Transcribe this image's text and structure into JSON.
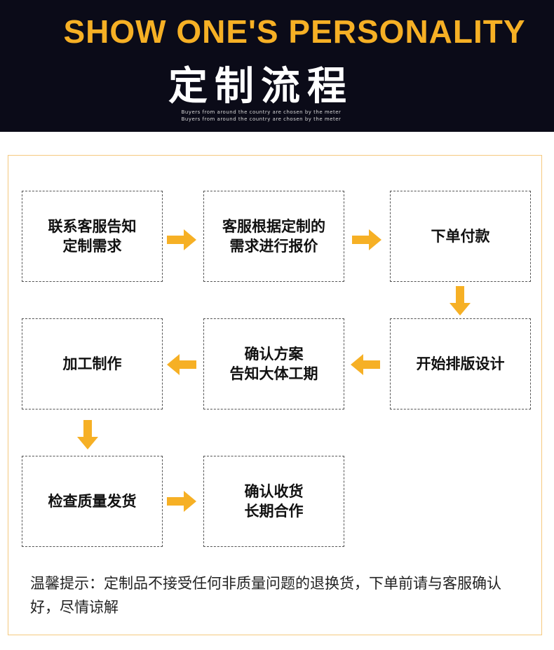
{
  "header": {
    "title_en": "SHOW ONE'S PERSONALITY",
    "title_cn": "定制流程",
    "subtitle_lines": [
      "Buyers from around the country are chosen by the meter",
      "Buyers from around the country are chosen by the meter"
    ]
  },
  "steps": [
    {
      "label": "联系客服告知\n定制需求"
    },
    {
      "label": "客服根据定制的\n需求进行报价"
    },
    {
      "label": "下单付款"
    },
    {
      "label": "开始排版设计"
    },
    {
      "label": "确认方案\n告知大体工期"
    },
    {
      "label": "加工制作"
    },
    {
      "label": "检查质量发货"
    },
    {
      "label": "确认收货\n长期合作"
    }
  ],
  "note": "温馨提示：定制品不接受任何非质量问题的退换货，下单前请与客服确认好，尽情谅解",
  "colors": {
    "accent": "#f6b025",
    "header_bg": "#0b0b18",
    "panel_border": "#f5c97e"
  }
}
